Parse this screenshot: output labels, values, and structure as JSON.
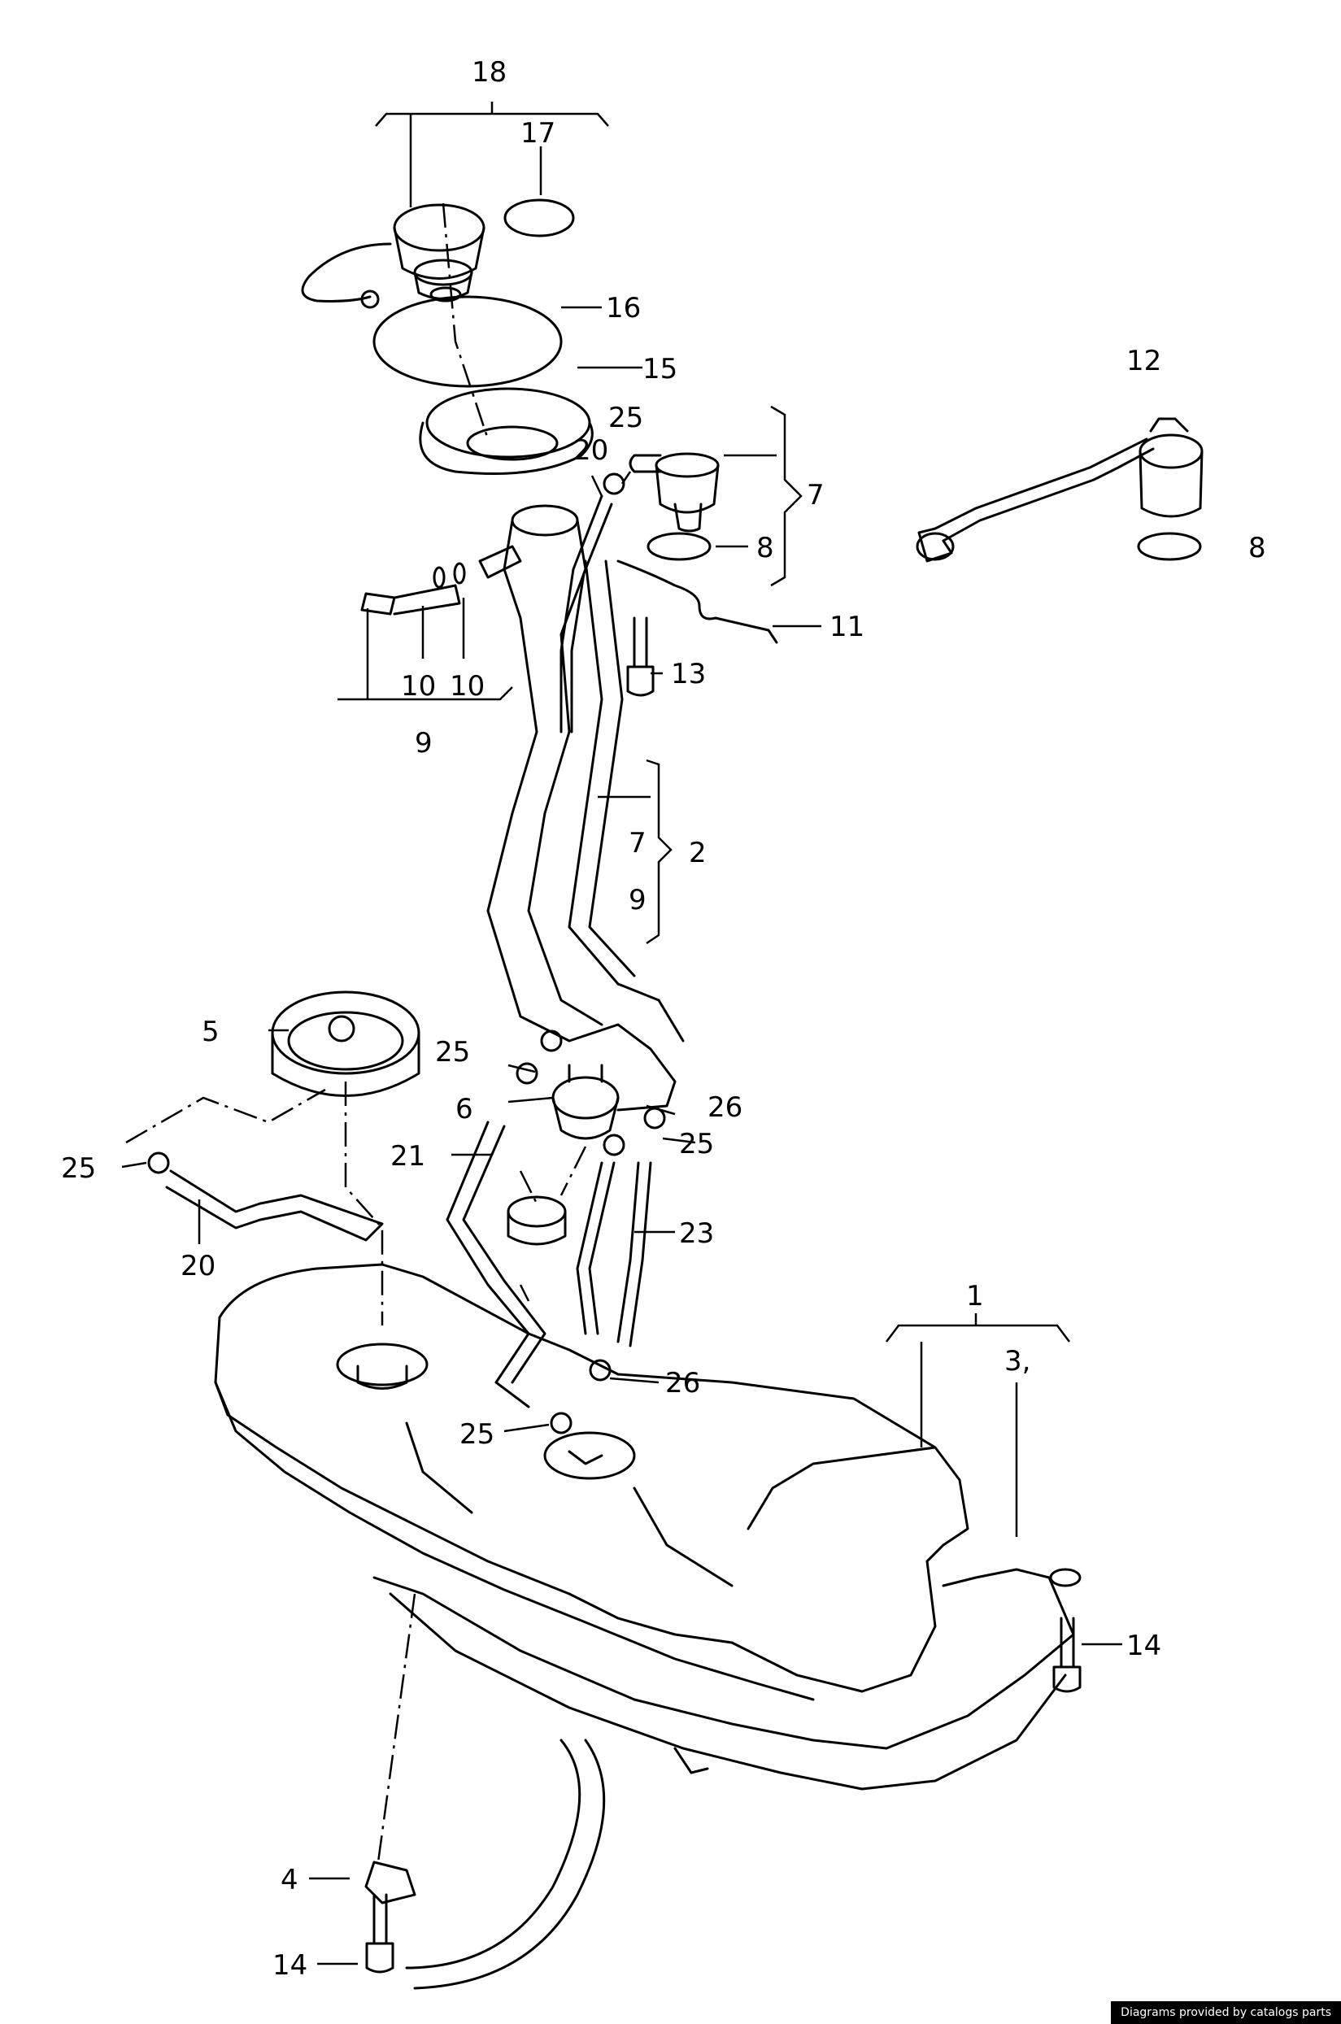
{
  "callouts": {
    "c1": "1",
    "c2": "2",
    "c3": "3,",
    "c4": "4",
    "c5": "5",
    "c6": "6",
    "c7a": "7",
    "c7b": "7",
    "c8a": "8",
    "c8b": "8",
    "c9a": "9",
    "c9b": "9",
    "c10a": "10",
    "c10b": "10",
    "c11": "11",
    "c12": "12",
    "c13": "13",
    "c14a": "14",
    "c14b": "14",
    "c15": "15",
    "c16": "16",
    "c17": "17",
    "c18": "18",
    "c20a": "20",
    "c20b": "20",
    "c21": "21",
    "c23": "23",
    "c25a": "25",
    "c25b": "25",
    "c25c": "25",
    "c25d": "25",
    "c25e": "25",
    "c26a": "26",
    "c26b": "26"
  },
  "footer": {
    "text": "Diagrams provided by catalogs parts"
  }
}
